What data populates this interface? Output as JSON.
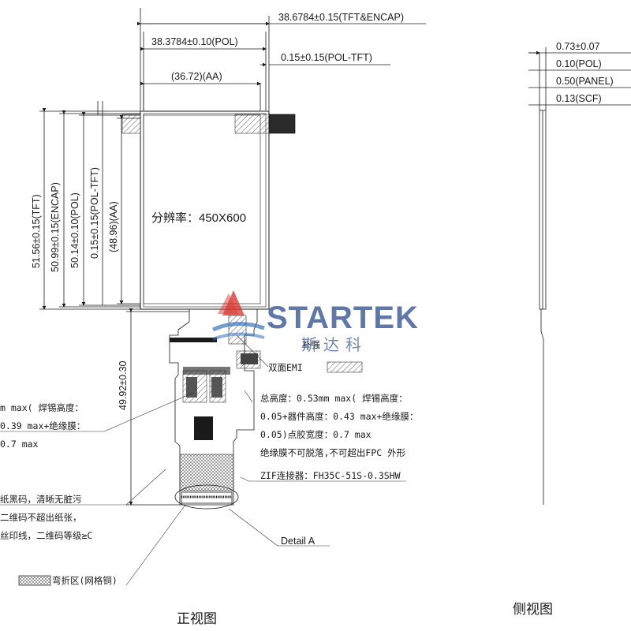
{
  "dimensions": {
    "tft_encap_width": "38.6784±0.15(TFT&ENCAP)",
    "pol_width": "38.3784±0.10(POL)",
    "pol_tft_offset": "0.15±0.15(POL-TFT)",
    "aa_width": "(36.72)(AA)",
    "tft_height": "51.56±0.15(TFT)",
    "encap_height": "50.99±0.15(ENCAP)",
    "pol_height": "50.14±0.10(POL)",
    "pol_tft_height": "0.15±0.15(POL-TFT)",
    "aa_height": "(48.96)(AA)",
    "fpc_height": "49.92±0.30"
  },
  "display": {
    "resolution_label": "分辨率：450X600"
  },
  "side_dimensions": {
    "total": "0.73±0.07",
    "pol": "0.10(POL)",
    "panel": "0.50(PANEL)",
    "scf": "0.13(SCF)"
  },
  "notes": {
    "left_lines": [
      "m max( 焊锡高度：",
      "0.39 max+绝缘膜：",
      "0.7 max",
      "",
      "纸黑码，清晰无脏污",
      "二维码不超出纸张，",
      "丝印线，二维码等级≥C"
    ],
    "right_lines": [
      "总高度：0.53mm max( 焊锡高度：",
      "0.05+器件高度：0.43 max+绝缘膜：",
      "0.05)点胶宽度：0.7 max",
      "绝缘膜不可脱落,不可超出FPC 外形"
    ],
    "double_emi": "双面EMI",
    "stiffener": "补强",
    "zif_connector": "ZIF连接器：FH35C-51S-0.3SHW",
    "detail_a": "Detail A",
    "bend_zone": "弯折区(网格铜)"
  },
  "captions": {
    "front_view": "正视图",
    "side_view": "侧视图"
  },
  "logo": {
    "name": "STARTEK",
    "cn": "斯达科",
    "color_blue": "#2f4f8f",
    "color_red": "#d9322b"
  }
}
